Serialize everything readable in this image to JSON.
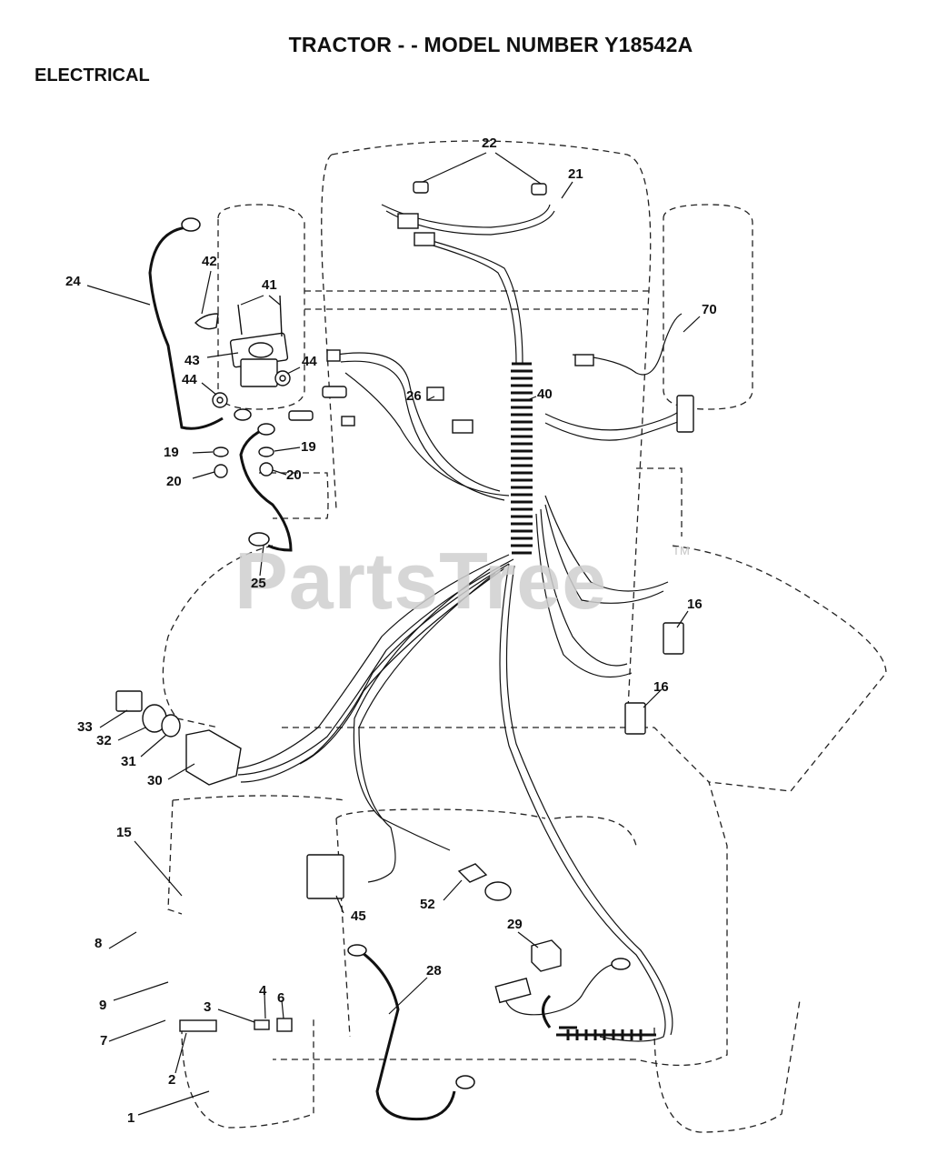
{
  "header": {
    "title": "TRACTOR - - MODEL NUMBER Y18542A",
    "section": "ELECTRICAL"
  },
  "watermark": {
    "text": "PartsTree",
    "tm": "TM"
  },
  "callouts": [
    {
      "label": "22",
      "id": "22"
    },
    {
      "label": "21",
      "id": "21"
    },
    {
      "label": "24",
      "id": "24"
    },
    {
      "label": "42",
      "id": "42"
    },
    {
      "label": "41",
      "id": "41"
    },
    {
      "label": "70",
      "id": "70"
    },
    {
      "label": "43",
      "id": "43"
    },
    {
      "label": "44",
      "id": "44a"
    },
    {
      "label": "44",
      "id": "44b"
    },
    {
      "label": "26",
      "id": "26"
    },
    {
      "label": "40",
      "id": "40"
    },
    {
      "label": "19",
      "id": "19a"
    },
    {
      "label": "19",
      "id": "19b"
    },
    {
      "label": "20",
      "id": "20a"
    },
    {
      "label": "20",
      "id": "20b"
    },
    {
      "label": "25",
      "id": "25"
    },
    {
      "label": "16",
      "id": "16a"
    },
    {
      "label": "16",
      "id": "16b"
    },
    {
      "label": "33",
      "id": "33"
    },
    {
      "label": "32",
      "id": "32"
    },
    {
      "label": "31",
      "id": "31"
    },
    {
      "label": "30",
      "id": "30"
    },
    {
      "label": "15",
      "id": "15"
    },
    {
      "label": "45",
      "id": "45"
    },
    {
      "label": "52",
      "id": "52"
    },
    {
      "label": "29",
      "id": "29"
    },
    {
      "label": "8",
      "id": "8"
    },
    {
      "label": "28",
      "id": "28"
    },
    {
      "label": "9",
      "id": "9"
    },
    {
      "label": "4",
      "id": "4"
    },
    {
      "label": "6",
      "id": "6"
    },
    {
      "label": "3",
      "id": "3"
    },
    {
      "label": "7",
      "id": "7"
    },
    {
      "label": "2",
      "id": "2"
    },
    {
      "label": "1",
      "id": "1"
    }
  ]
}
